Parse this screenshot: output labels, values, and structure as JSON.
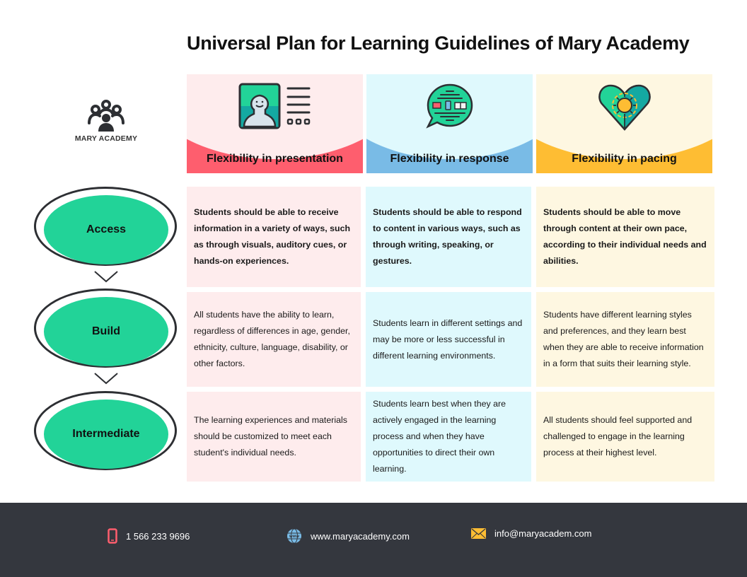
{
  "title": "Universal Plan for Learning Guidelines of Mary Academy",
  "logo": {
    "icon": "people-group-icon",
    "text": "MARY ACADEMY"
  },
  "columns": [
    {
      "label": "Flexibility in presentation",
      "icon": "profile-card-icon",
      "color": "#fe5e6e",
      "light": "#feeced"
    },
    {
      "label": "Flexibility in response",
      "icon": "speech-bubble-devices-icon",
      "color": "#79bbe6",
      "light": "#dff9fd"
    },
    {
      "label": "Flexibility in pacing",
      "icon": "heart-sun-icon",
      "color": "#febd33",
      "light": "#fef7e1"
    }
  ],
  "stages": [
    {
      "label": "Access"
    },
    {
      "label": "Build"
    },
    {
      "label": "Intermediate"
    }
  ],
  "rows": [
    {
      "stage": "Access",
      "cells": [
        "Students should be able to receive information in a variety of ways, such as through visuals, auditory cues, or hands-on experiences.",
        "Students should be able to respond to content in various ways, such as through writing, speaking, or gestures.",
        "Students should be able to move through content at their own pace, according to their individual needs and abilities."
      ]
    },
    {
      "stage": "Build",
      "cells": [
        "All students have the ability to learn, regardless of differences in age, gender, ethnicity, culture, language, disability, or other factors.",
        "Students learn in different settings and may be more or less successful in different learning environments.",
        "Students have different learning styles and preferences, and they learn best when they are able to receive information in a form that suits their learning style."
      ]
    },
    {
      "stage": "Intermediate",
      "cells": [
        "The learning experiences and materials should be customized to meet each student's individual needs.",
        "Students learn best when they are actively engaged in the learning process and when they have opportunities to direct their own learning.",
        "All students should feel supported and challenged to engage in the learning process at their highest level."
      ]
    }
  ],
  "footer": {
    "phone": {
      "icon": "phone-icon",
      "text": "1 566 233 9696"
    },
    "website": {
      "icon": "globe-www-icon",
      "text": "www.maryacademy.com"
    },
    "email": {
      "icon": "envelope-icon",
      "text": "info@maryacadem.com"
    }
  }
}
